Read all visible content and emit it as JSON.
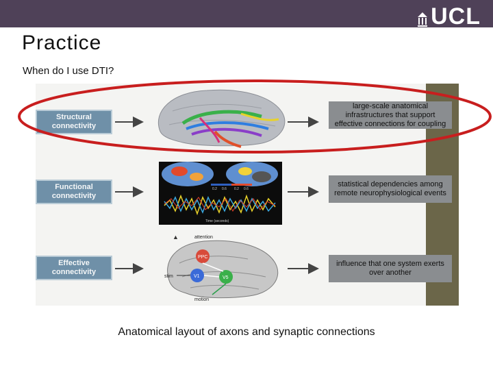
{
  "header": {
    "logo_text": "UCL",
    "bar_color": "#4f4158"
  },
  "slide": {
    "title": "Practice",
    "subtitle": "When do I use DTI?",
    "caption": "Anatomical layout of axons and synaptic connections"
  },
  "figure": {
    "rows": [
      {
        "label": "Structural connectivity",
        "description": "large-scale anatomical infrastructures that support effective connections for coupling"
      },
      {
        "label": "Functional connectivity",
        "description": "statistical dependencies among remote neurophysiological events"
      },
      {
        "label": "Effective connectivity",
        "description": "influence that one system exerts over another"
      }
    ],
    "functional_colorbar": [
      "0.2",
      "0.6",
      "0.2",
      "0.6"
    ],
    "functional_time_label": "Time (seconds)",
    "effective_labels": [
      "attention",
      "PPC",
      "V1",
      "V5",
      "stim",
      "motion"
    ],
    "highlight_color": "#c81e1e"
  }
}
